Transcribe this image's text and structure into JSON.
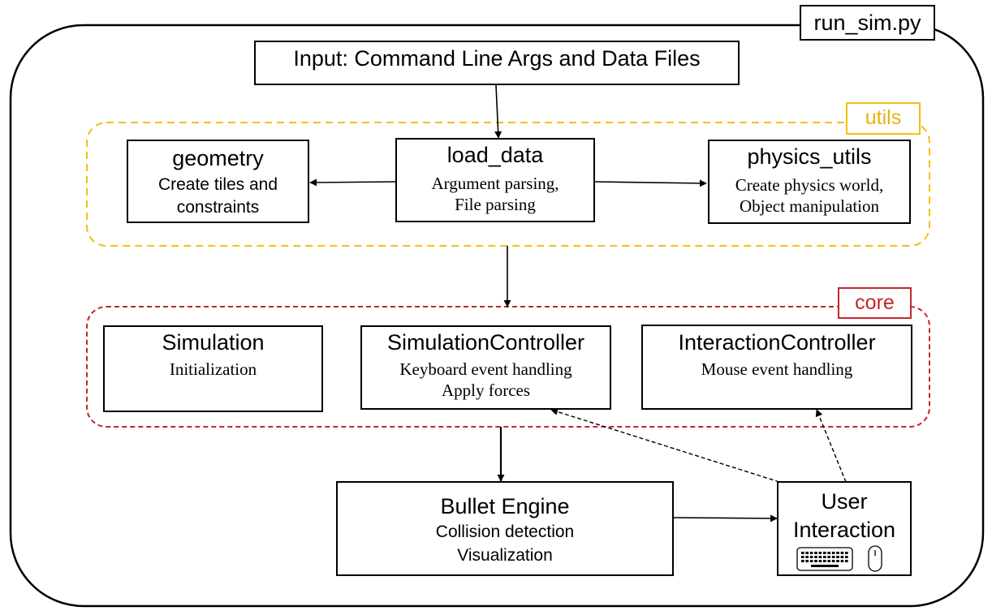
{
  "script_label": "run_sim.py",
  "input": {
    "title": "Input: Command Line Args and Data Files"
  },
  "groups": {
    "utils": {
      "label": "utils",
      "color": "#f2c012"
    },
    "core": {
      "label": "core",
      "color": "#c0272d"
    }
  },
  "modules": {
    "geometry": {
      "title": "geometry",
      "lines": [
        "Create tiles and",
        "constraints"
      ]
    },
    "load_data": {
      "title": "load_data",
      "lines": [
        "Argument parsing,",
        "File parsing"
      ]
    },
    "physics_utils": {
      "title": "physics_utils",
      "lines": [
        "Create physics world,",
        "Object manipulation"
      ]
    },
    "simulation": {
      "title": "Simulation",
      "lines": [
        "Initialization"
      ]
    },
    "simulation_controller": {
      "title": "SimulationController",
      "lines": [
        "Keyboard event handling",
        "Apply forces"
      ]
    },
    "interaction_controller": {
      "title": "InteractionController",
      "lines": [
        "Mouse event handling"
      ]
    },
    "bullet_engine": {
      "title": "Bullet Engine",
      "lines": [
        "Collision detection",
        "Visualization"
      ]
    },
    "user_interaction": {
      "title_lines": [
        "User",
        "Interaction"
      ],
      "icons": [
        "keyboard-icon",
        "mouse-icon"
      ]
    }
  }
}
